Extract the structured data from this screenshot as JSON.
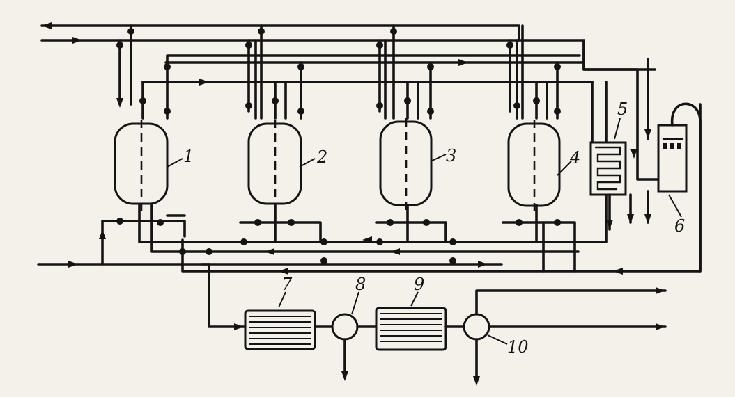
{
  "diagram": {
    "labels": {
      "n1": "1",
      "n2": "2",
      "n3": "3",
      "n4": "4",
      "n5": "5",
      "n6": "6",
      "n7": "7",
      "n8": "8",
      "n9": "9",
      "n10": "10"
    }
  }
}
